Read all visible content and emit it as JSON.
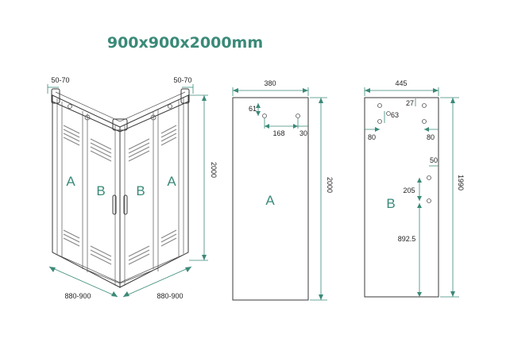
{
  "title": "900x900x2000mm",
  "colors": {
    "accent": "#3a8a78",
    "line": "#3a3a3a"
  },
  "enclosure": {
    "panel_left_fixed": "A",
    "panel_left_door": "B",
    "panel_right_door": "B",
    "panel_right_fixed": "A",
    "left_top_adjust": "50-70",
    "right_top_adjust": "50-70",
    "height": "2000",
    "left_base_width": "880-900",
    "right_base_width": "880-900"
  },
  "panel_a": {
    "label": "A",
    "width": "380",
    "height": "2000",
    "hole_top_offset": "61",
    "hole_spacing": "168",
    "hole_edge_offset": "30"
  },
  "panel_b": {
    "label": "B",
    "width": "445",
    "height": "1990",
    "dim_27": "27",
    "dim_63": "63",
    "dim_80_left": "80",
    "dim_80_right": "80",
    "dim_50": "50",
    "dim_205": "205",
    "dim_892": "892.5"
  }
}
